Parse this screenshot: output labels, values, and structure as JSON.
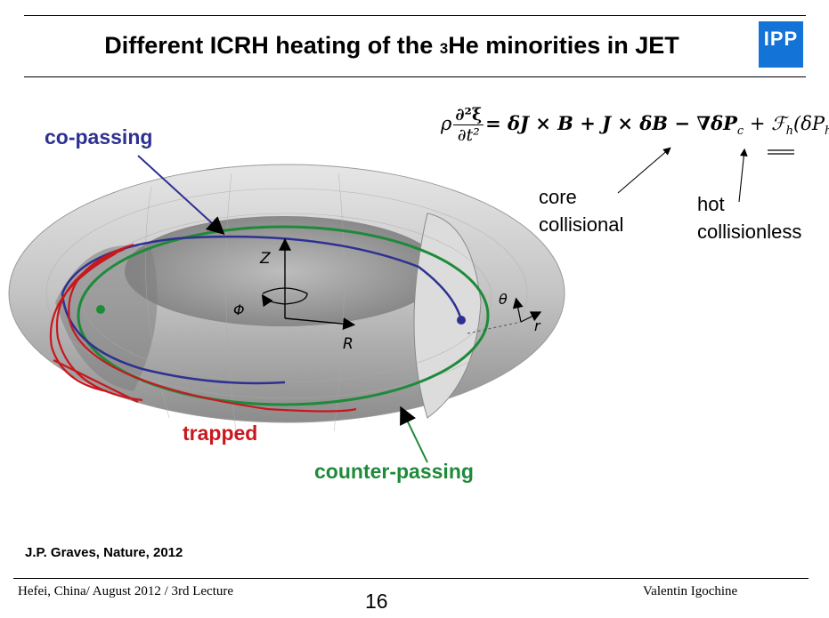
{
  "slide": {
    "title_before": "Different ICRH heating of the ",
    "title_sup": "3",
    "title_after": "He minorities in JET",
    "logo_text": "IPP",
    "equation": {
      "rho": "ρ",
      "d2": "∂²ξ",
      "dt2": "∂t²",
      "rhs": "= δJ × B + J × δB − ∇δP",
      "pc_sub": "c",
      "plus_f": " + ℱ",
      "fh_sub": "h",
      "paren_open": "(δP",
      "ph_sub": "h",
      "paren_close": ")"
    },
    "labels": {
      "core_line1": "core",
      "core_line2": "collisional",
      "hot_line1": "hot",
      "hot_line2": "collisionless",
      "co_passing": "co-passing",
      "trapped": "trapped",
      "counter_passing": "counter-passing"
    },
    "axes": {
      "z": "Z",
      "phi": "Φ",
      "r_big": "R",
      "theta": "θ",
      "r_small": "r"
    },
    "colors": {
      "co_passing": "#2e3191",
      "trapped": "#c8181e",
      "counter_passing": "#1f8a3a",
      "logo": "#1473d6"
    },
    "reference": "J.P. Graves, Nature, 2012",
    "footer_left": "Hefei, China/ August 2012 / 3rd Lecture",
    "footer_right": "Valentin Igochine",
    "page_number": "16"
  }
}
